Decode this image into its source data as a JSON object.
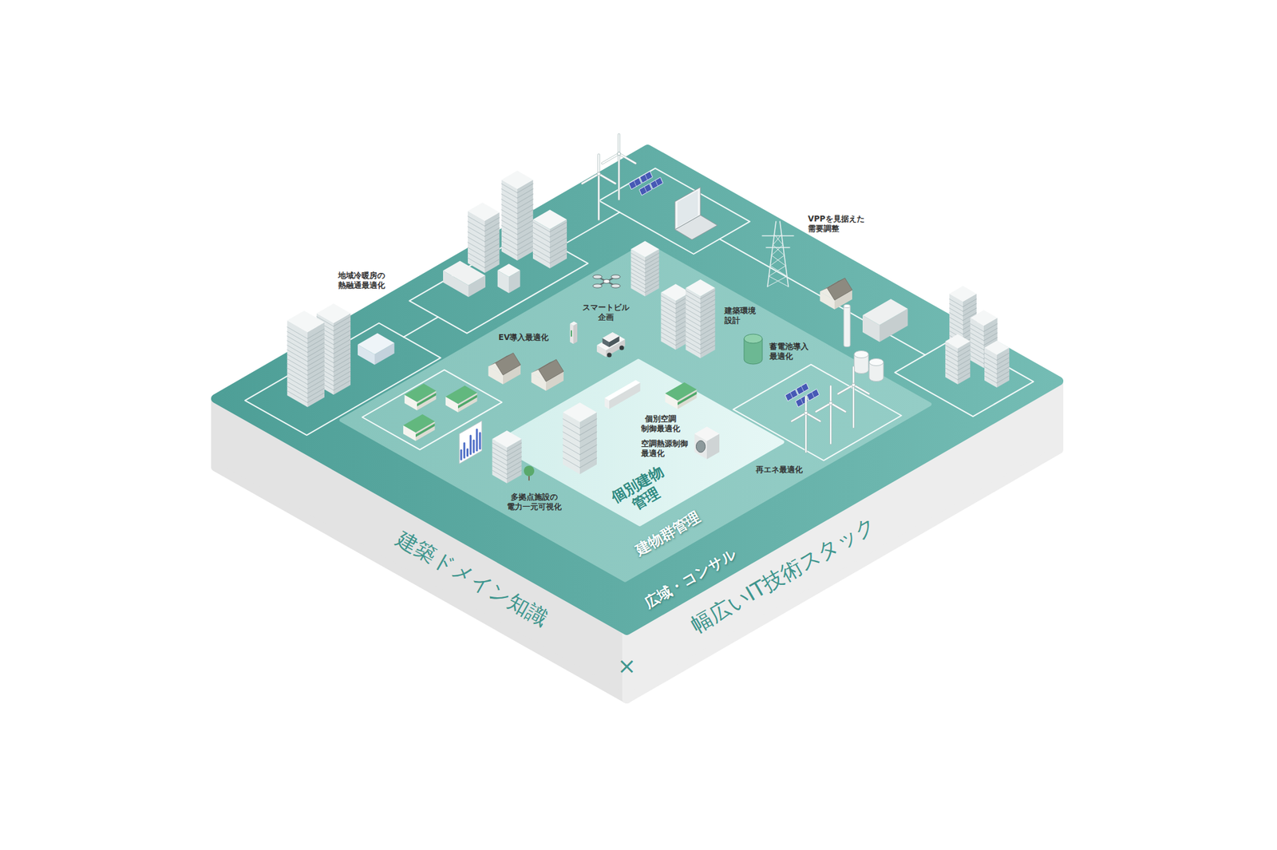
{
  "diagram": {
    "nodes": [
      {
        "text": [
          "広域・コンサル"
        ]
      },
      {
        "text": [
          "建物群管理"
        ],
        "in": 0
      },
      {
        "text": [
          "個別建物 管理"
        ],
        "in": 1
      }
    ],
    "labels": [
      "地域冷暖房の 熱融通最適化",
      "VPPを見据えた 需要調整",
      "スマートビル 企画",
      "EV導入最適化",
      "建築環境 設計",
      "蓄電池導入 最適化",
      "個別空調 制御最適化",
      "空調熱源制御 最適化",
      "再エネ最適化",
      "多拠点施設の 電力一元可視化",
      "建築ドメイン知識",
      "×",
      "幅広いIT技術スタック"
    ]
  }
}
